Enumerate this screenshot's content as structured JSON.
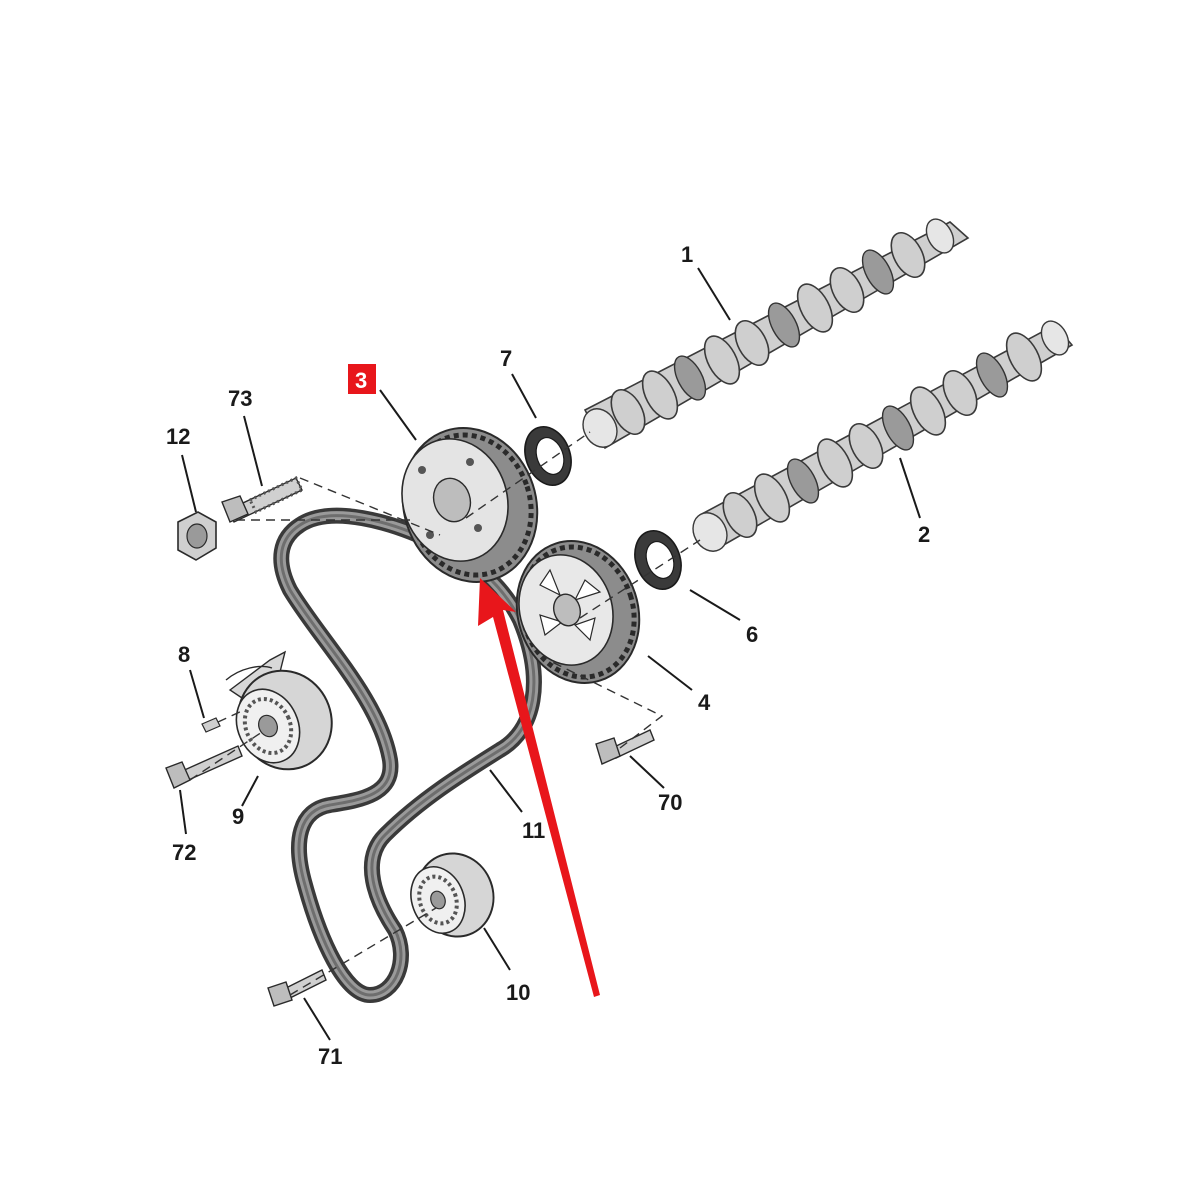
{
  "labels": {
    "p1": "1",
    "p2": "2",
    "p3": "3",
    "p4": "4",
    "p6": "6",
    "p7": "7",
    "p8": "8",
    "p9": "9",
    "p10": "10",
    "p11": "11",
    "p12": "12",
    "p70": "70",
    "p71": "71",
    "p72": "72",
    "p73": "73"
  },
  "colors": {
    "highlight": "#e8161b",
    "arrow": "#e8161b",
    "outline": "#1a1a1a",
    "metal": "#cfcfcf"
  },
  "highlighted_part": "3"
}
